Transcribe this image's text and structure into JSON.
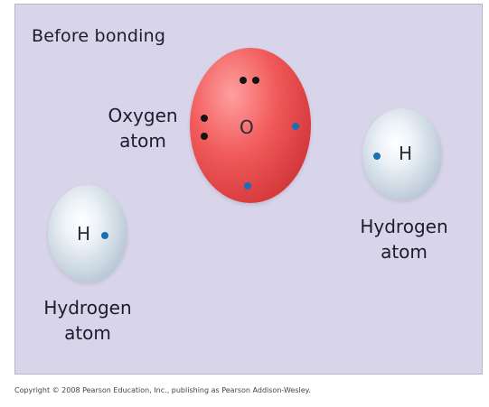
{
  "title": "Before bonding",
  "oxygen": {
    "symbol": "O",
    "label_line1": "Oxygen",
    "label_line2": "atom",
    "color": "#e84a4c"
  },
  "hydrogen_right": {
    "symbol": "H",
    "label_line1": "Hydrogen",
    "label_line2": "atom"
  },
  "hydrogen_left": {
    "symbol": "H",
    "label_line1": "Hydrogen",
    "label_line2": "atom"
  },
  "electron_colors": {
    "unshared": "#141414",
    "bonding": "#1a6fb3"
  },
  "background_color": "#d8d4ea",
  "copyright": "Copyright © 2008 Pearson Education, Inc., publishing as Pearson Addison-Wesley."
}
